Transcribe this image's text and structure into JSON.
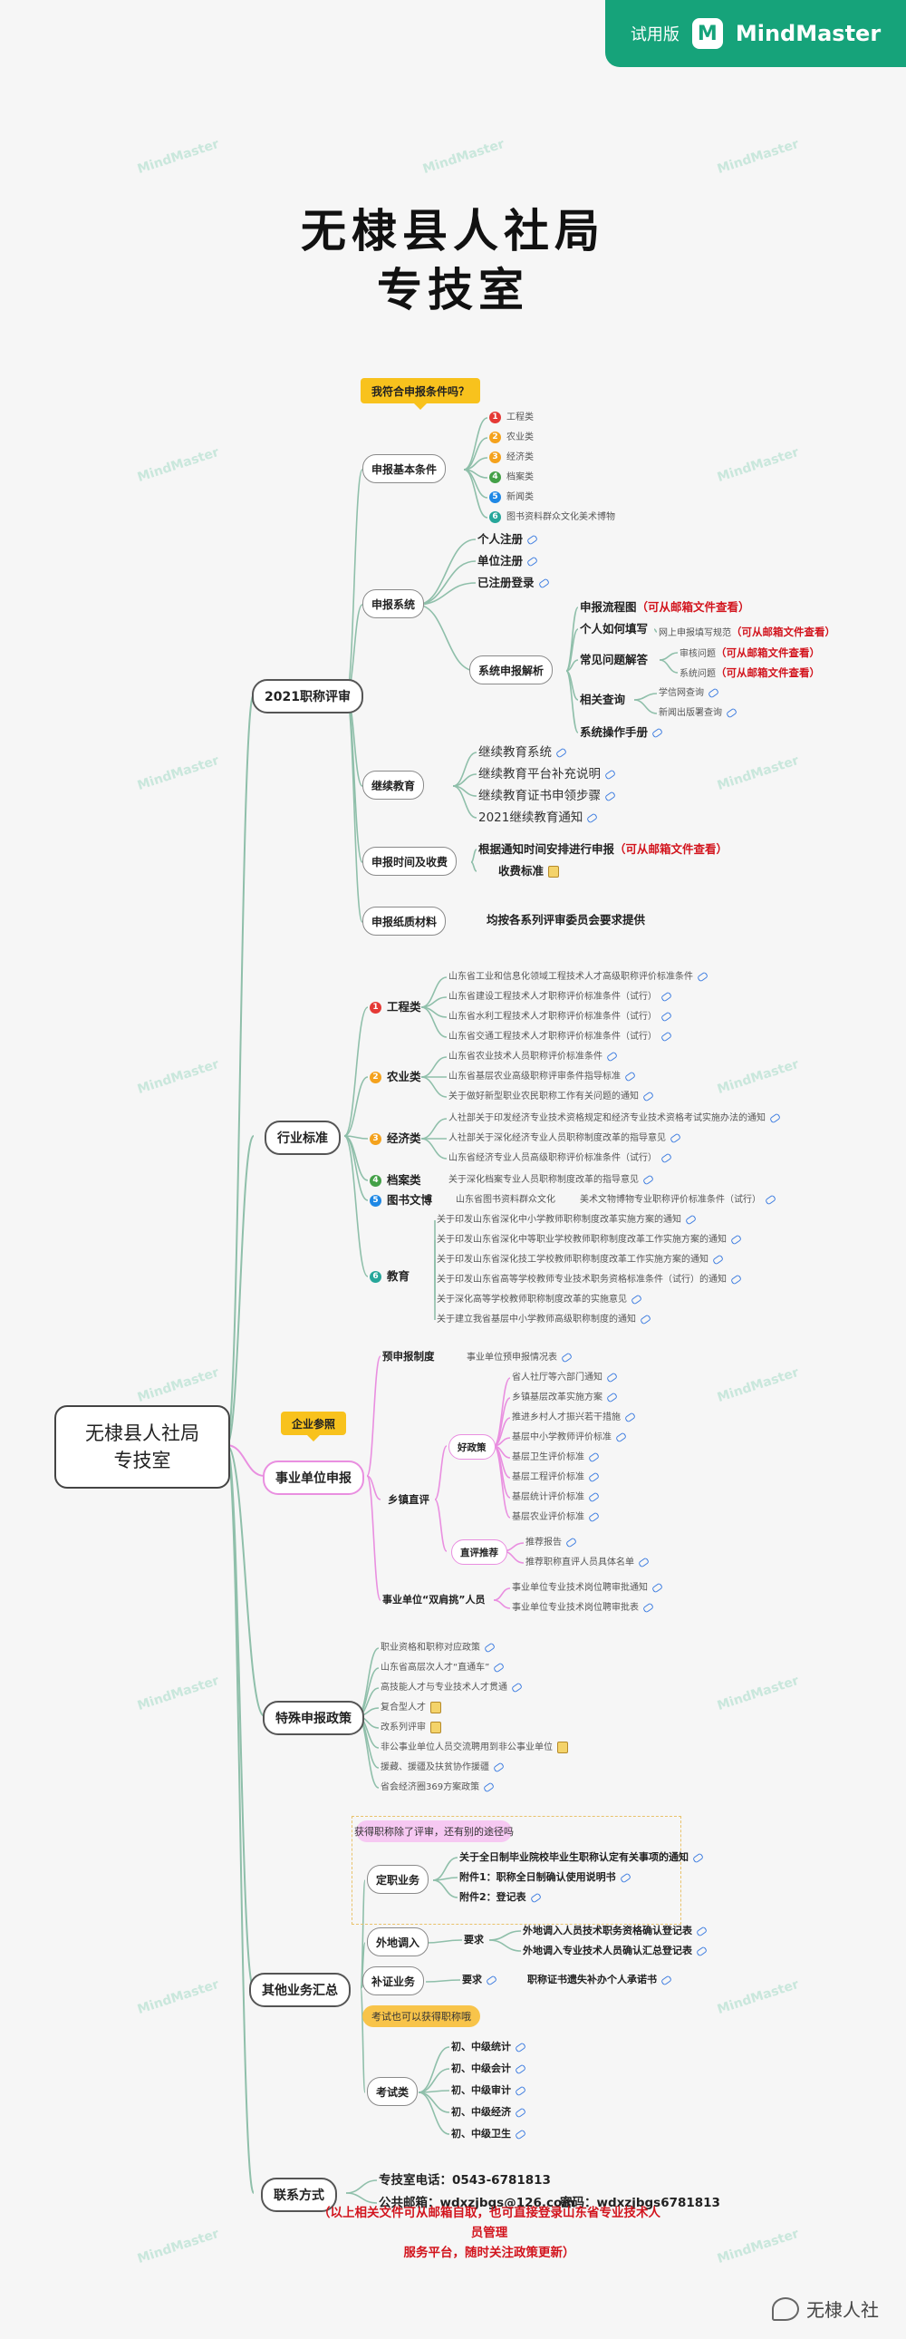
{
  "badge": {
    "trial": "试用版",
    "logo_icon": "M",
    "brand": "MindMaster"
  },
  "title": {
    "line1": "无棣县人社局",
    "line2": "专技室"
  },
  "watermark": "MindMaster",
  "root": {
    "line1": "无棣县人社局",
    "line2": "专技室"
  },
  "branches": {
    "b1": {
      "label": "2021职称评审",
      "callout": "我符合申报条件吗？",
      "basic": {
        "label": "申报基本条件",
        "items": [
          {
            "n": "1",
            "color": "#e53935",
            "text": "工程类"
          },
          {
            "n": "2",
            "color": "#f4a21d",
            "text": "农业类"
          },
          {
            "n": "3",
            "color": "#f4a21d",
            "text": "经济类"
          },
          {
            "n": "4",
            "color": "#43a047",
            "text": "档案类"
          },
          {
            "n": "5",
            "color": "#1e88e5",
            "text": "新闻类"
          },
          {
            "n": "6",
            "color": "#26a69a",
            "text": "图书资料群众文化美术博物"
          }
        ]
      },
      "system": {
        "label": "申报系统",
        "items": [
          "个人注册",
          "单位注册",
          "已注册登录"
        ],
        "parse": {
          "label": "系统申报解析",
          "flow": "申报流程图",
          "flow_note": "（可从邮箱文件查看）",
          "fill": "个人如何填写",
          "fill_sub": "网上申报填写规范",
          "fill_sub_note": "（可从邮箱文件查看）",
          "faq": "常见问题解答",
          "faq_items": [
            {
              "text": "审核问题",
              "note": "（可从邮箱文件查看）"
            },
            {
              "text": "系统问题",
              "note": "（可从邮箱文件查看）"
            }
          ],
          "query": "相关查询",
          "query_items": [
            "学信网查询",
            "新闻出版署查询"
          ],
          "manual": "系统操作手册"
        }
      },
      "cont": {
        "label": "继续教育",
        "items": [
          "继续教育系统",
          "继续教育平台补充说明",
          "继续教育证书申领步骤",
          "2021继续教育通知"
        ]
      },
      "time": {
        "label": "申报时间及收费",
        "notice": "根据通知时间安排进行申报",
        "notice_note": "（可从邮箱文件查看）",
        "fee": "收费标准"
      },
      "paper": {
        "label": "申报纸质材料",
        "text": "均按各系列评审委员会要求提供"
      }
    },
    "b2": {
      "label": "行业标准",
      "groups": [
        {
          "n": "1",
          "color": "#e53935",
          "label": "工程类",
          "items": [
            "山东省工业和信息化领域工程技术人才高级职称评价标准条件",
            "山东省建设工程技术人才职称评价标准条件（试行）",
            "山东省水利工程技术人才职称评价标准条件（试行）",
            "山东省交通工程技术人才职称评价标准条件（试行）"
          ]
        },
        {
          "n": "2",
          "color": "#f4a21d",
          "label": "农业类",
          "items": [
            "山东省农业技术人员职称评价标准条件",
            "山东省基层农业高级职称评审条件指导标准",
            "关于做好新型职业农民职称工作有关问题的通知"
          ]
        },
        {
          "n": "3",
          "color": "#f4a21d",
          "label": "经济类",
          "items": [
            "人社部关于印发经济专业技术资格规定和经济专业技术资格考试实施办法的通知",
            "人社部关于深化经济专业人员职称制度改革的指导意见",
            "山东省经济专业人员高级职称评价标准条件（试行）"
          ]
        },
        {
          "n": "4",
          "color": "#43a047",
          "label": "档案类",
          "items": [
            "关于深化档案专业人员职称制度改革的指导意见"
          ]
        },
        {
          "n": "5",
          "color": "#1e88e5",
          "label": "图书文博",
          "items": [
            "山东省图书资料群众文化",
            "美术文物博物专业职称评价标准条件（试行）"
          ]
        },
        {
          "n": "6",
          "color": "#26a69a",
          "label": "教育",
          "items": [
            "关于印发山东省深化中小学教师职称制度改革实施方案的通知",
            "关于印发山东省深化中等职业学校教师职称制度改革工作实施方案的通知",
            "关于印发山东省深化技工学校教师职称制度改革工作实施方案的通知",
            "关于印发山东省高等学校教师专业技术职务资格标准条件（试行）的通知",
            "关于深化高等学校教师职称制度改革的实施意见",
            "关于建立我省基层中小学教师高级职称制度的通知"
          ]
        }
      ]
    },
    "b3": {
      "label": "事业单位申报",
      "callout": "企业参照",
      "pre": {
        "label": "预申报制度",
        "text": "事业单位预申报情况表"
      },
      "town": {
        "label": "乡镇直评",
        "good": {
          "label": "好政策",
          "items": [
            "省人社厅等六部门通知",
            "乡镇基层改革实施方案",
            "推进乡村人才振兴若干措施",
            "基层中小学教师评价标准",
            "基层卫生评价标准",
            "基层工程评价标准",
            "基层统计评价标准",
            "基层农业评价标准"
          ]
        },
        "rec": {
          "label": "直评推荐",
          "items": [
            "推荐报告",
            "推荐职称直评人员具体名单"
          ]
        }
      },
      "dual": {
        "label": "事业单位“双肩挑”人员",
        "items": [
          "事业单位专业技术岗位聘审批通知",
          "事业单位专业技术岗位聘审批表"
        ]
      }
    },
    "b4": {
      "label": "特殊申报政策",
      "items": [
        "职业资格和职称对应政策",
        "山东省高层次人才“直通车”",
        "高技能人才与专业技术人才贯通",
        "复合型人才",
        "改系列评审",
        "非公事业单位人员交流聘用到非公事业单位",
        "援藏、援疆及扶贫协作援疆",
        "省会经济圈369方案政策"
      ]
    },
    "b5": {
      "label": "其他业务汇总",
      "pink_note": "获得职称除了评审，还有别的途径吗",
      "yellow_note": "考试也可以获得职称哦",
      "confirm": {
        "label": "定职业务",
        "items": [
          "关于全日制毕业院校毕业生职称认定有关事项的通知",
          "附件1：职称全日制确认使用说明书",
          "附件2：登记表"
        ]
      },
      "transfer": {
        "label": "外地调入",
        "req": "要求",
        "items": [
          "外地调入人员技术职务资格确认登记表",
          "外地调入专业技术人员确认汇总登记表"
        ]
      },
      "reissue": {
        "label": "补证业务",
        "req": "要求",
        "text": "职称证书遗失补办个人承诺书"
      },
      "exam": {
        "label": "考试类",
        "items": [
          "初、中级统计",
          "初、中级会计",
          "初、中级审计",
          "初、中级经济",
          "初、中级卫生"
        ]
      }
    },
    "b6": {
      "label": "联系方式",
      "phone": "专技室电话：0543-6781813",
      "email": "公共邮箱：wdxzjbgs@126.com",
      "pwd": "密码：wdxzjbgs6781813"
    }
  },
  "footnote": {
    "line1": "（以上相关文件可从邮箱自取，也可直接登录山东省专业技术人员管理",
    "line2": "服务平台，随时关注政策更新）"
  },
  "signature": "无棣人社",
  "colors": {
    "brand": "#16a37a",
    "wire": "#8fbfaa",
    "wire_pink": "#e98fe0",
    "red": "#d2141d",
    "callout": "#f8c21d"
  }
}
